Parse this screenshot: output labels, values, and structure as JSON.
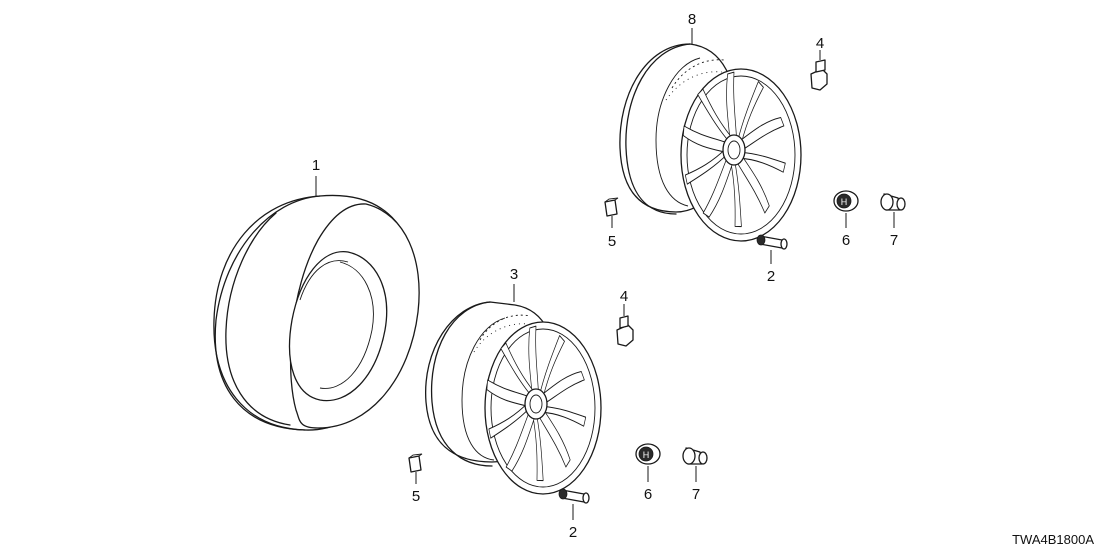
{
  "diagram": {
    "code": "TWA4B1800A",
    "callouts": {
      "tire": "1",
      "lower_valve": "2",
      "lower_wheel": "3",
      "lower_weight_clip": "4",
      "lower_weight_block": "5",
      "lower_center_cap": "6",
      "lower_lug_nut": "7",
      "upper_wheel": "8",
      "upper_weight_clip": "4",
      "upper_weight_block": "5",
      "upper_center_cap": "6",
      "upper_lug_nut": "7",
      "upper_valve": "2"
    }
  }
}
